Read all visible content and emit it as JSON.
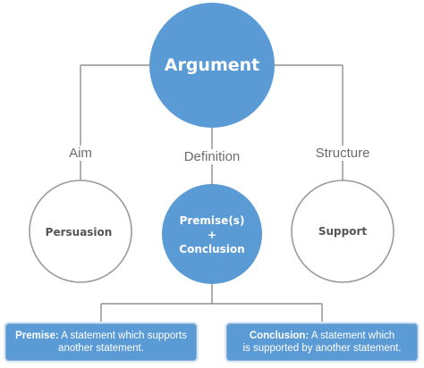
{
  "diagram": {
    "root": {
      "label": "Argument"
    },
    "branches": [
      {
        "edge_label": "Aim",
        "node_label": "Persuasion",
        "node_style": "outline"
      },
      {
        "edge_label": "Definition",
        "node_label_lines": [
          "Premise(s)",
          "+",
          "Conclusion"
        ],
        "node_style": "filled"
      },
      {
        "edge_label": "Structure",
        "node_label": "Support",
        "node_style": "outline"
      }
    ],
    "definitions": [
      {
        "term": "Premise:",
        "text_line1": "A statement which supports",
        "text_line2": "another statement."
      },
      {
        "term": "Conclusion:",
        "text_line1": "A statement which",
        "text_line2": "is supported by another statement."
      }
    ]
  },
  "colors": {
    "accent": "#5b9bd5",
    "connector": "#8f8f8f",
    "outline": "#9a9a9a",
    "label": "#6b6b6b"
  }
}
